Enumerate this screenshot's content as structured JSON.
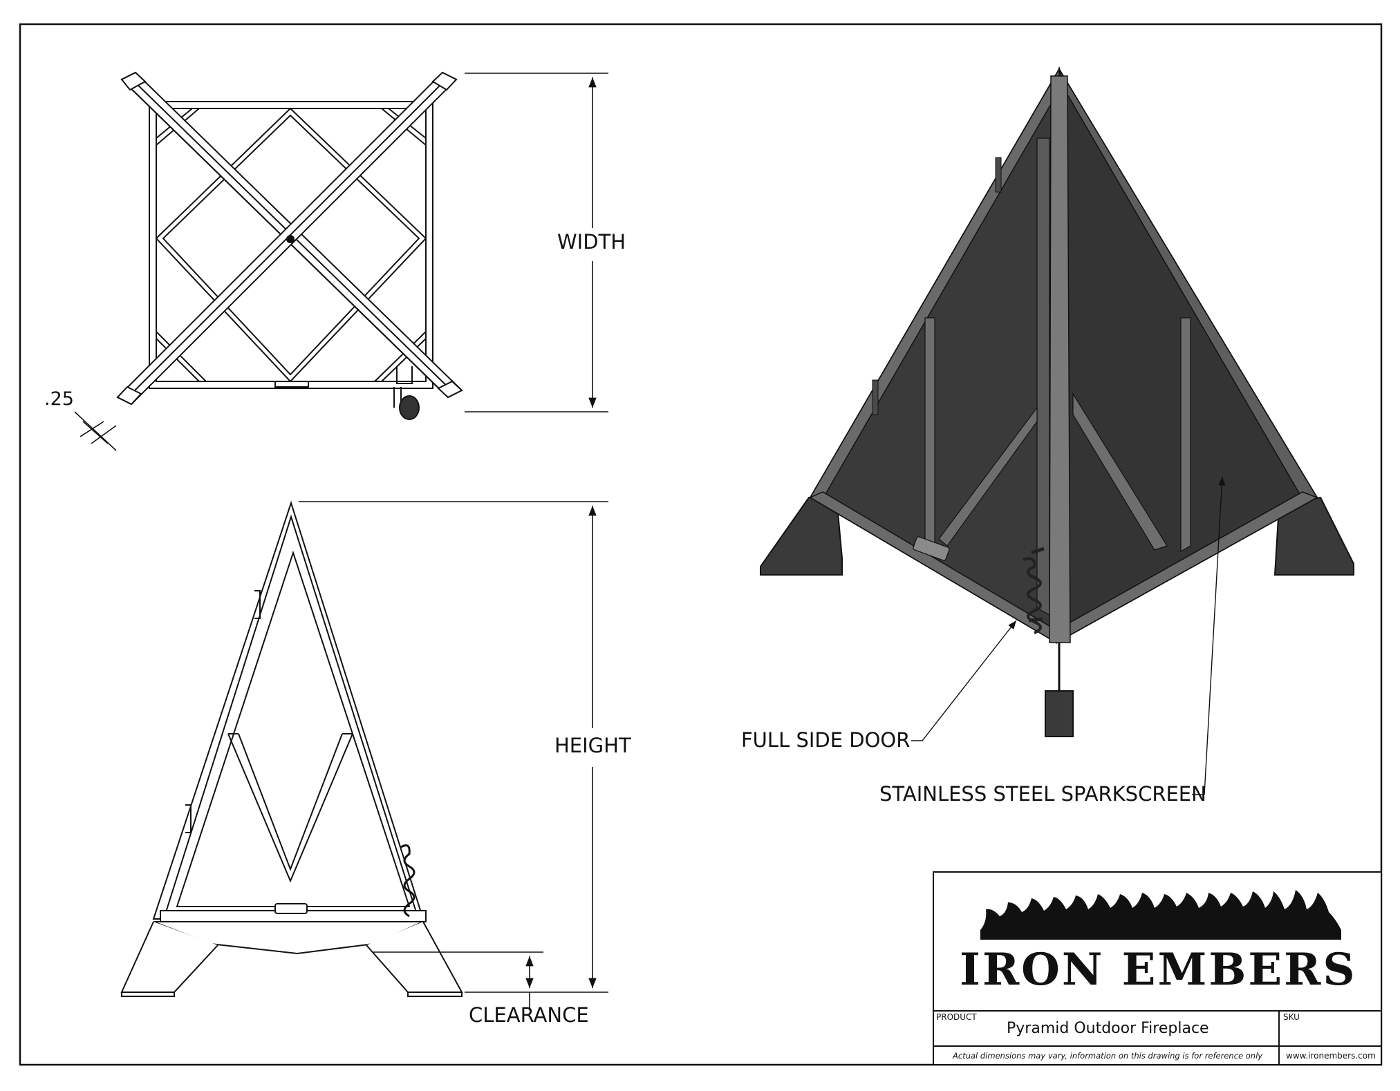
{
  "dimensions": {
    "width_label": "WIDTH",
    "height_label": "HEIGHT",
    "clearance_label": "CLEARANCE",
    "leg_thickness": ".25"
  },
  "callouts": {
    "side_door": "FULL SIDE DOOR",
    "sparkscreen": "STAINLESS STEEL SPARKSCREEN"
  },
  "title_block": {
    "brand": "IRON EMBERS",
    "product_header": "PRODUCT",
    "product_name": "Pyramid Outdoor Fireplace",
    "sku_header": "SKU",
    "sku_value": "",
    "disclaimer": "Actual dimensions may vary, information on this drawing is for reference only",
    "website": "www.ironembers.com"
  },
  "colors": {
    "line": "#111111",
    "steel_dark": "#3a3a3a",
    "steel_frame": "#5c5c5c",
    "steel_light": "#8a8a8a"
  }
}
